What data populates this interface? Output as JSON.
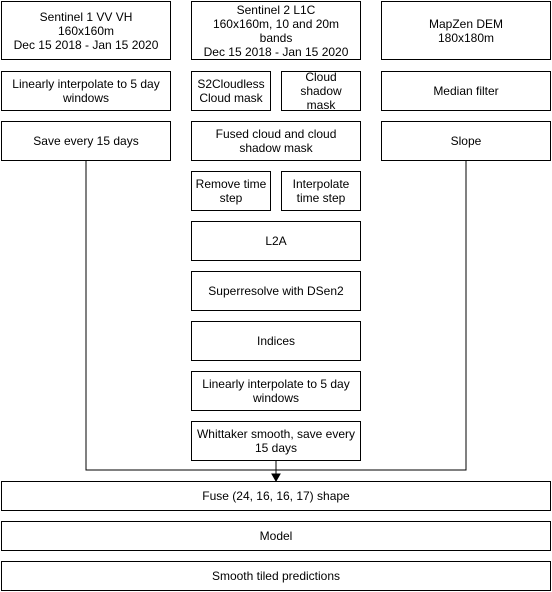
{
  "nodes": {
    "s1_source": "Sentinel 1 VV VH\n160x160m\nDec 15 2018 - Jan 15 2020",
    "s2_source": "Sentinel 2 L1C\n160x160m, 10 and 20m bands\nDec 15 2018 - Jan 15 2020",
    "dem_source": "MapZen DEM\n180x180m",
    "s1_interpolate": "Linearly interpolate to 5 day windows",
    "s2cloudless": "S2Cloudless Cloud mask",
    "cloud_shadow": "Cloud shadow mask",
    "median_filter": "Median filter",
    "s1_save": "Save every 15 days",
    "fused_mask": "Fused cloud and cloud shadow mask",
    "slope": "Slope",
    "remove_time_step": "Remove time step",
    "interpolate_time_step": "Interpolate time step",
    "l2a": "L2A",
    "superresolve": "Superresolve with DSen2",
    "indices": "Indices",
    "s2_interpolate": "Linearly interpolate to 5 day windows",
    "whittaker": "Whittaker smooth, save every 15 days",
    "fuse": "Fuse (24, 16, 16, 17) shape",
    "model": "Model",
    "smooth_predictions": "Smooth tiled predictions"
  }
}
